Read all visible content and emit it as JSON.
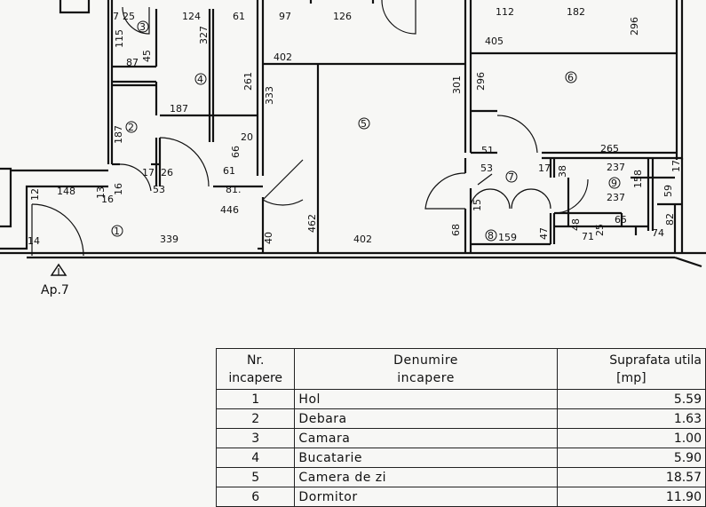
{
  "plan": {
    "apartment_label": "Ap.7",
    "room_markers": [
      "1",
      "2",
      "3",
      "4",
      "5",
      "6",
      "7",
      "8",
      "9"
    ],
    "dimensions": {
      "d7": "7",
      "d25": "25",
      "d124": "124",
      "d61a": "61",
      "d97": "97",
      "d126": "126",
      "d112": "112",
      "d182": "182",
      "d296a": "296",
      "d115": "115",
      "d327": "327",
      "d87": "87",
      "d45": "45",
      "d402a": "402",
      "d405": "405",
      "d261": "261",
      "d333": "333",
      "d301": "301",
      "d296b": "296",
      "d187a": "187",
      "d187b": "187",
      "d66": "66",
      "d20": "20",
      "d51": "51",
      "d265": "265",
      "d17a": "17",
      "d26": "26",
      "d61b": "61",
      "d53a": "53",
      "d17b": "17",
      "d38": "38",
      "d237a": "237",
      "d17c": "17",
      "d12": "12",
      "d148": "148",
      "d13": "13",
      "d16a": "16",
      "d16b": "16",
      "d53b": "53",
      "d81": "81.",
      "d158": "158",
      "d237b": "237",
      "d59": "59",
      "d446": "446",
      "d15": "15",
      "d462": "462",
      "d82": "82",
      "d68": "68",
      "d48": "48",
      "d65": "65",
      "d339": "339",
      "d40": "40",
      "d402b": "402",
      "d159": "159",
      "d47": "47",
      "d71": "71",
      "d25b": "25",
      "d74": "74",
      "d14": "14"
    }
  },
  "table": {
    "headers": {
      "nr": [
        "Nr.",
        "incapere"
      ],
      "name": [
        "Denumire",
        "incapere"
      ],
      "area": [
        "Suprafata utila",
        "[mp]"
      ]
    },
    "rows": [
      {
        "nr": "1",
        "name": "Hol",
        "area": "5.59"
      },
      {
        "nr": "2",
        "name": "Debara",
        "area": "1.63"
      },
      {
        "nr": "3",
        "name": "Camara",
        "area": "1.00"
      },
      {
        "nr": "4",
        "name": "Bucatarie",
        "area": "5.90"
      },
      {
        "nr": "5",
        "name": "Camera de zi",
        "area": "18.57"
      },
      {
        "nr": "6",
        "name": "Dormitor",
        "area": "11.90"
      }
    ]
  }
}
